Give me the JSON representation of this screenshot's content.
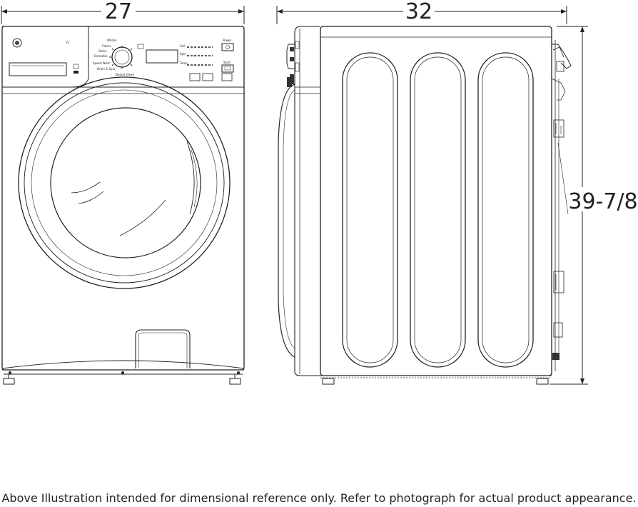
{
  "dimensions": {
    "width": "27",
    "depth": "32",
    "height": "39-7/8"
  },
  "control_panel": {
    "cycles": [
      "Whites",
      "Colors",
      "Darks",
      "Delicates",
      "Speed Wash",
      "Drain & Spin",
      "Basket Clean"
    ],
    "power_label": "Power",
    "start_label": "Start",
    "soil_label": "Soil",
    "spin_label": "Spin",
    "temp_label": "Temp"
  },
  "footnote": "Above Illustration intended for dimensional reference only. Refer to photograph for actual product appearance."
}
